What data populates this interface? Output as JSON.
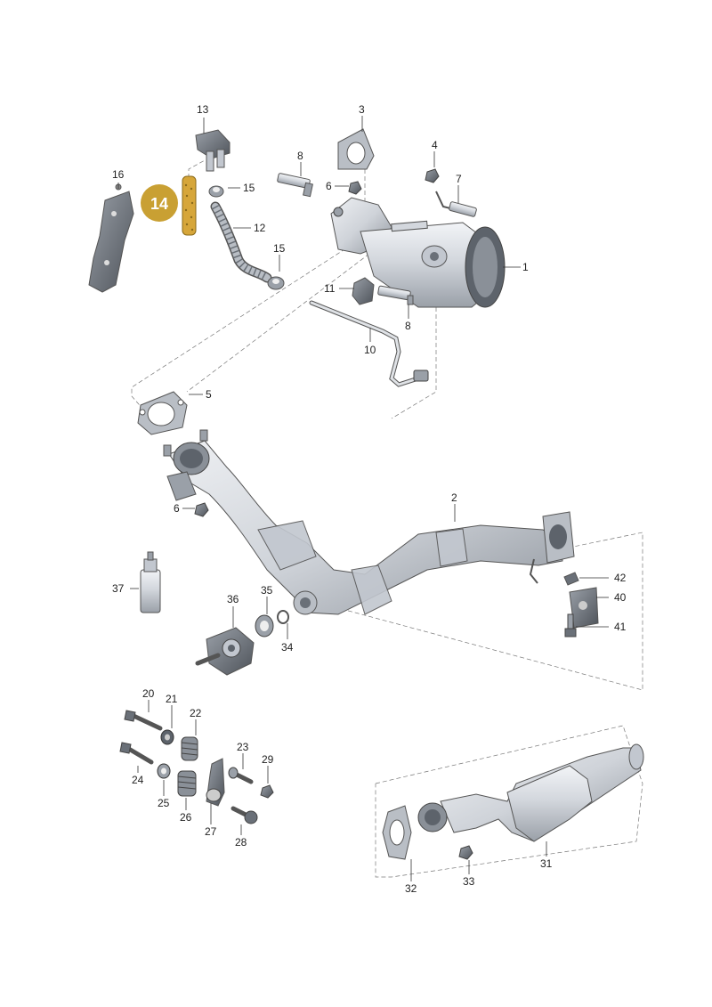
{
  "diagram": {
    "highlighted_callout": "14",
    "callouts": [
      "1",
      "2",
      "3",
      "4",
      "5",
      "6",
      "6",
      "7",
      "8",
      "8",
      "10",
      "11",
      "12",
      "13",
      "15",
      "15",
      "16",
      "20",
      "21",
      "22",
      "23",
      "24",
      "25",
      "26",
      "27",
      "28",
      "29",
      "31",
      "32",
      "33",
      "34",
      "35",
      "36",
      "37",
      "40",
      "41",
      "42"
    ],
    "colors": {
      "highlight_fill": "#c9a033",
      "highlight_text": "#ffffff",
      "highlight_part": "#d6a63a",
      "metal_light": "#e2e5ea",
      "metal_mid": "#c2c7cf",
      "metal_dark": "#8a9098",
      "part_dark": "#5d636b"
    }
  }
}
